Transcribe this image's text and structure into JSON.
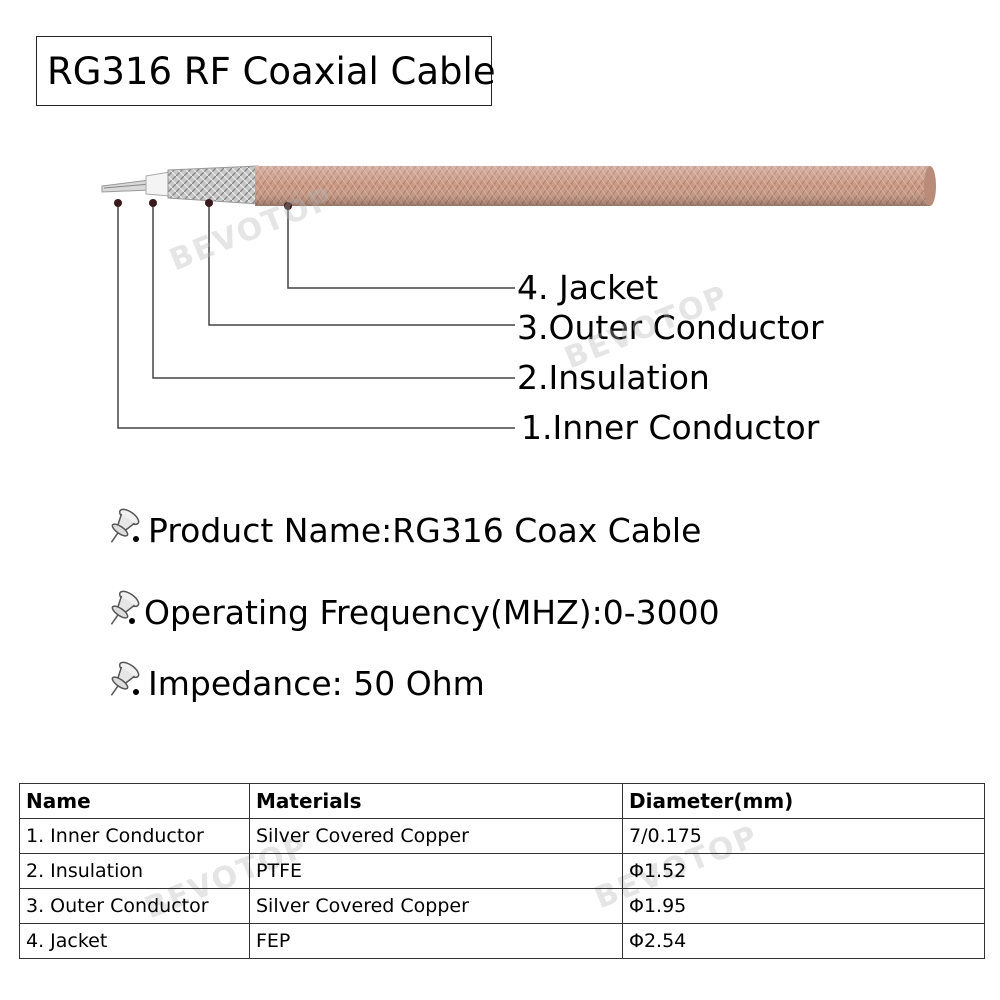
{
  "title": "RG316 RF Coaxial Cable",
  "callouts": [
    {
      "label": "4. Jacket"
    },
    {
      "label": "3.Outer Conductor"
    },
    {
      "label": "2.Insulation"
    },
    {
      "label": "1.Inner Conductor"
    }
  ],
  "features": [
    {
      "text": "Product Name:RG316 Coax Cable",
      "icon": "pushpin-icon"
    },
    {
      "text": "Operating Frequency(MHZ):0-3000",
      "icon": "pushpin-icon"
    },
    {
      "text": "Impedance: 50 Ohm",
      "icon": "pushpin-icon"
    }
  ],
  "table": {
    "headers": [
      "Name",
      "Materials",
      "Diameter(mm)"
    ],
    "rows": [
      [
        "1. Inner Conductor",
        "Silver Covered Copper",
        "7/0.175"
      ],
      [
        "2. Insulation",
        "PTFE",
        "Φ1.52"
      ],
      [
        "3. Outer Conductor",
        "Silver Covered Copper",
        "Φ1.95"
      ],
      [
        "4. Jacket",
        "FEP",
        "Φ2.54"
      ]
    ]
  },
  "watermark": "BEVOTOP",
  "colors": {
    "jacket": "#c99a86",
    "braid": "#cfcfcf",
    "insulation": "#f2f2f2",
    "leader_line": "#444444",
    "marker_dot": "#3a1a1a"
  }
}
